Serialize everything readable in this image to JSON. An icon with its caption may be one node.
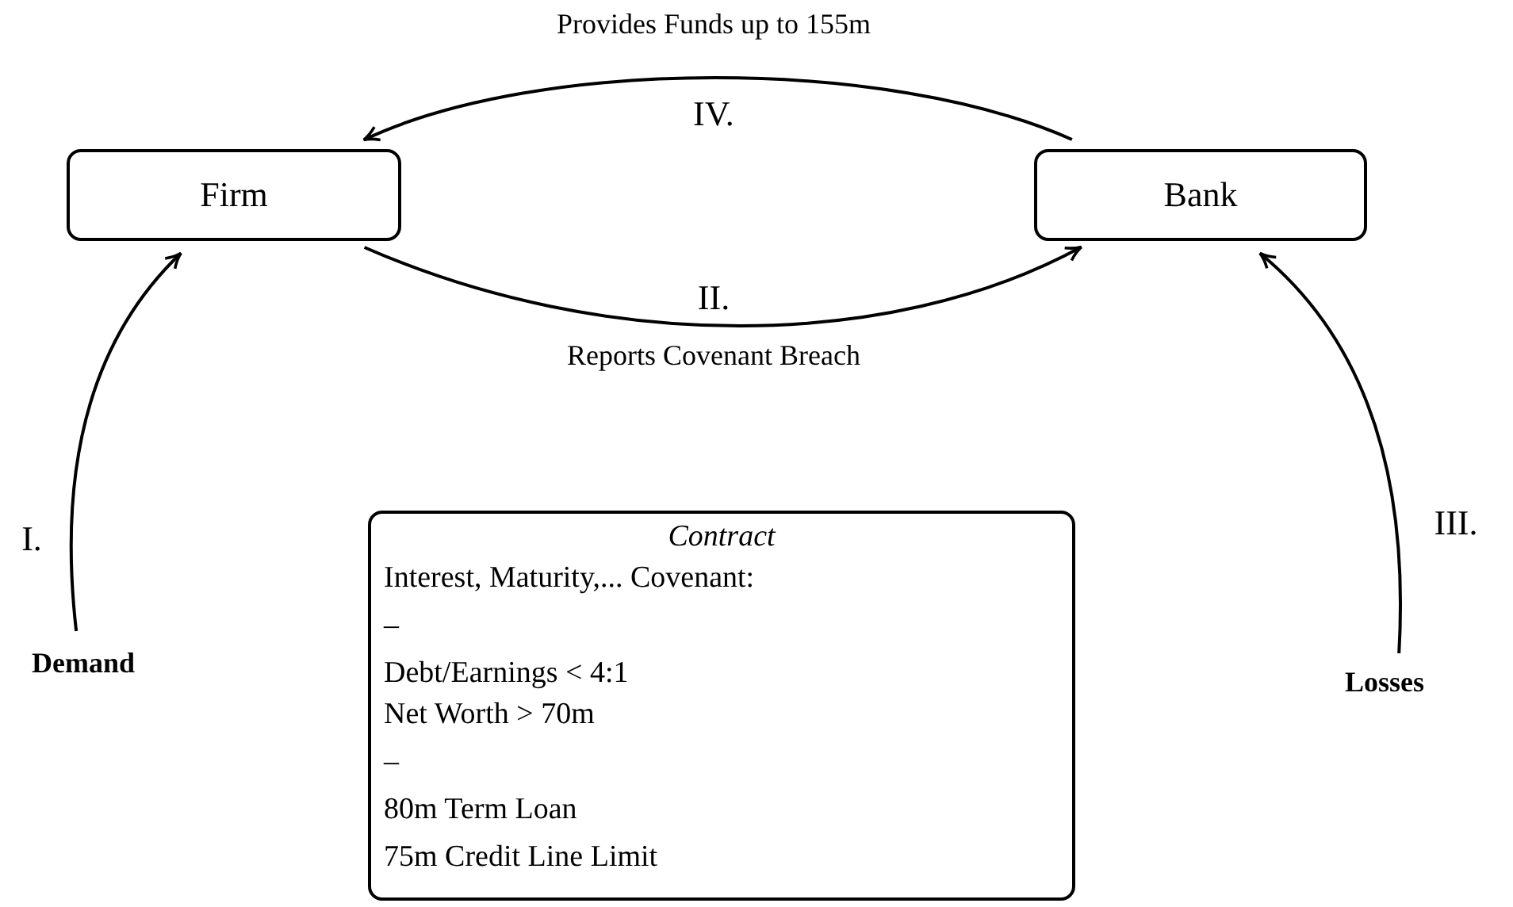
{
  "diagram": {
    "nodes": [
      {
        "text": [
          "Firm"
        ]
      },
      {
        "text": [
          "Bank"
        ]
      },
      {
        "text": [
          "Demand"
        ]
      },
      {
        "text": [
          "Losses"
        ]
      },
      {
        "text": [
          "Contract",
          "Interest, Maturity,... Covenant:",
          "–",
          "Debt/Earnings < 4:1",
          "Net Worth > 70m",
          "–",
          "80m Term Loan",
          "75m Credit Line Limit"
        ]
      }
    ],
    "edges": [
      {
        "from": 2,
        "to": 0,
        "arrow": "to",
        "label": "I."
      },
      {
        "from": 0,
        "to": 1,
        "arrow": "to",
        "label": "II."
      },
      {
        "from": 3,
        "to": 1,
        "arrow": "to",
        "label": "III."
      },
      {
        "from": 1,
        "to": 0,
        "arrow": "to",
        "label": "IV."
      }
    ],
    "labels": [
      "Provides Funds up to 155m",
      "Reports Covenant Breach"
    ]
  }
}
